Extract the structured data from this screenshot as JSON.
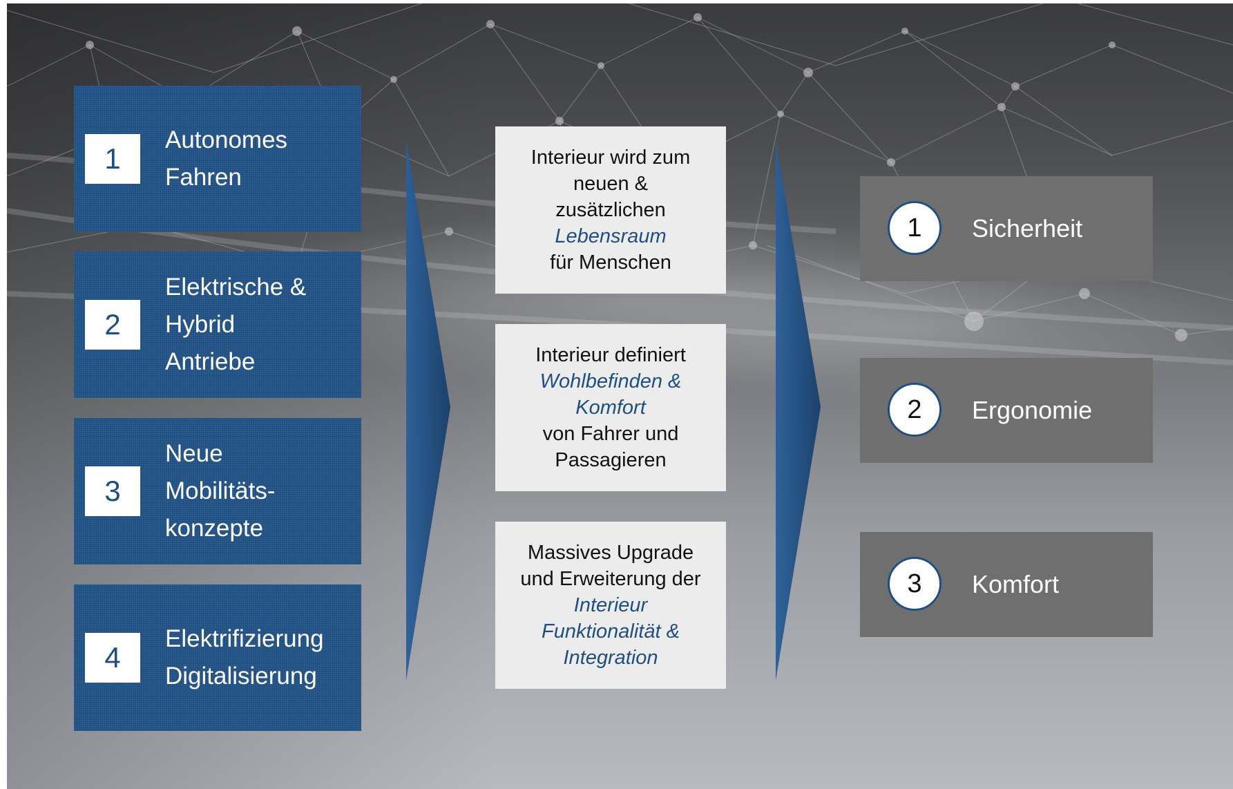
{
  "drivers": [
    {
      "num": "1",
      "lines": [
        "Autonomes",
        "Fahren"
      ]
    },
    {
      "num": "2",
      "lines": [
        "Elektrische &",
        "Hybrid",
        "Antriebe"
      ]
    },
    {
      "num": "3",
      "lines": [
        "Neue",
        "Mobilitäts-",
        "konzepte"
      ]
    },
    {
      "num": "4",
      "lines": [
        "Elektrifizierung",
        "Digitalisierung"
      ]
    }
  ],
  "statements": [
    {
      "pre": [
        "Interieur wird zum",
        "neuen &",
        "zusätzlichen"
      ],
      "emph": [
        "Lebensraum"
      ],
      "post": [
        "für Menschen"
      ]
    },
    {
      "pre": [
        "Interieur definiert"
      ],
      "emph": [
        "Wohlbefinden &",
        "Komfort"
      ],
      "post": [
        "von Fahrer und",
        "Passagieren"
      ]
    },
    {
      "pre": [
        "Massives Upgrade",
        "und Erweiterung der"
      ],
      "emph": [
        "Interieur",
        "Funktionalität &",
        "Integration"
      ],
      "post": []
    }
  ],
  "outcomes": [
    {
      "num": "1",
      "label": "Sicherheit"
    },
    {
      "num": "2",
      "label": "Ergonomie"
    },
    {
      "num": "3",
      "label": "Komfort"
    }
  ],
  "colors": {
    "driver_blue": "#1f4f82",
    "arrow_blue": "#1f4f82",
    "statement_bg": "#ececec",
    "emphasis_text": "#1f4f82",
    "outcome_gray": "#6f6f6f"
  }
}
